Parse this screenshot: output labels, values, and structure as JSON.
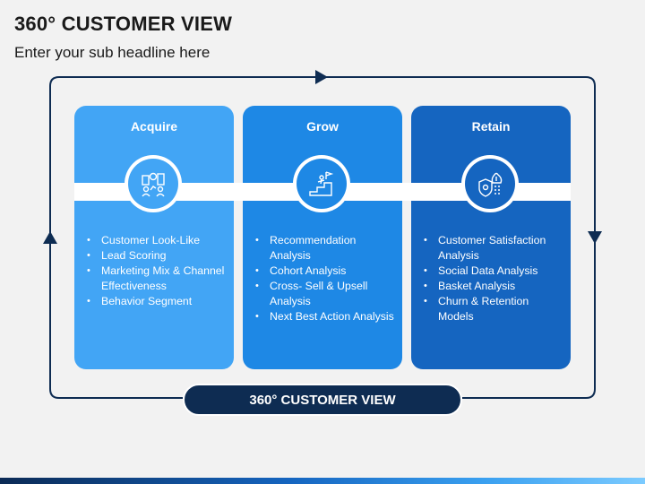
{
  "header": {
    "title": "360° CUSTOMER VIEW",
    "subtitle": "Enter your sub headline here"
  },
  "colors": {
    "acquire": "#42a5f5",
    "grow": "#1e88e5",
    "retain": "#1565c0",
    "cycle_line": "#0e2c52",
    "pill": "#0e2c52"
  },
  "cards": [
    {
      "title": "Acquire",
      "icon": "buildings-team-icon",
      "items": [
        "Customer Look-Like",
        "Lead Scoring",
        "Marketing Mix & Channel Effectiveness",
        " Behavior Segment"
      ]
    },
    {
      "title": "Grow",
      "icon": "stairs-flag-icon",
      "items": [
        "Recommendation Analysis",
        "Cohort Analysis",
        "Cross- Sell & Upsell Analysis",
        "Next Best Action Analysis"
      ]
    },
    {
      "title": "Retain",
      "icon": "shield-money-bag-icon",
      "items": [
        "Customer Satisfaction Analysis",
        "Social Data Analysis",
        "Basket  Analysis",
        "Churn & Retention Models"
      ]
    }
  ],
  "center_label": "360° CUSTOMER VIEW"
}
